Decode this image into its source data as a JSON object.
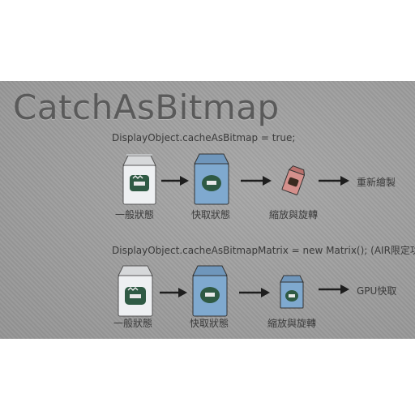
{
  "title": "CatchAsBitmap",
  "row1": {
    "code": "DisplayObject.cacheAsBitmap = true;",
    "labels": [
      "一般狀態",
      "快取狀態",
      "縮放與旋轉"
    ],
    "result": "重新繪製"
  },
  "row2": {
    "code": "DisplayObject.cacheAsBitmapMatrix = new Matrix(); (AIR限定功能)",
    "labels": [
      "一般狀態",
      "快取狀態",
      "縮放與旋轉"
    ],
    "result": "GPU快取"
  },
  "colors": {
    "white_carton": "#eef0f2",
    "blue_carton": "#7fa9cf",
    "red_carton": "#d4908c",
    "badge": "#2f5a44",
    "arrow": "#1e1e1e"
  },
  "icons": [
    "milk-carton-icon",
    "arrow-right-icon"
  ]
}
